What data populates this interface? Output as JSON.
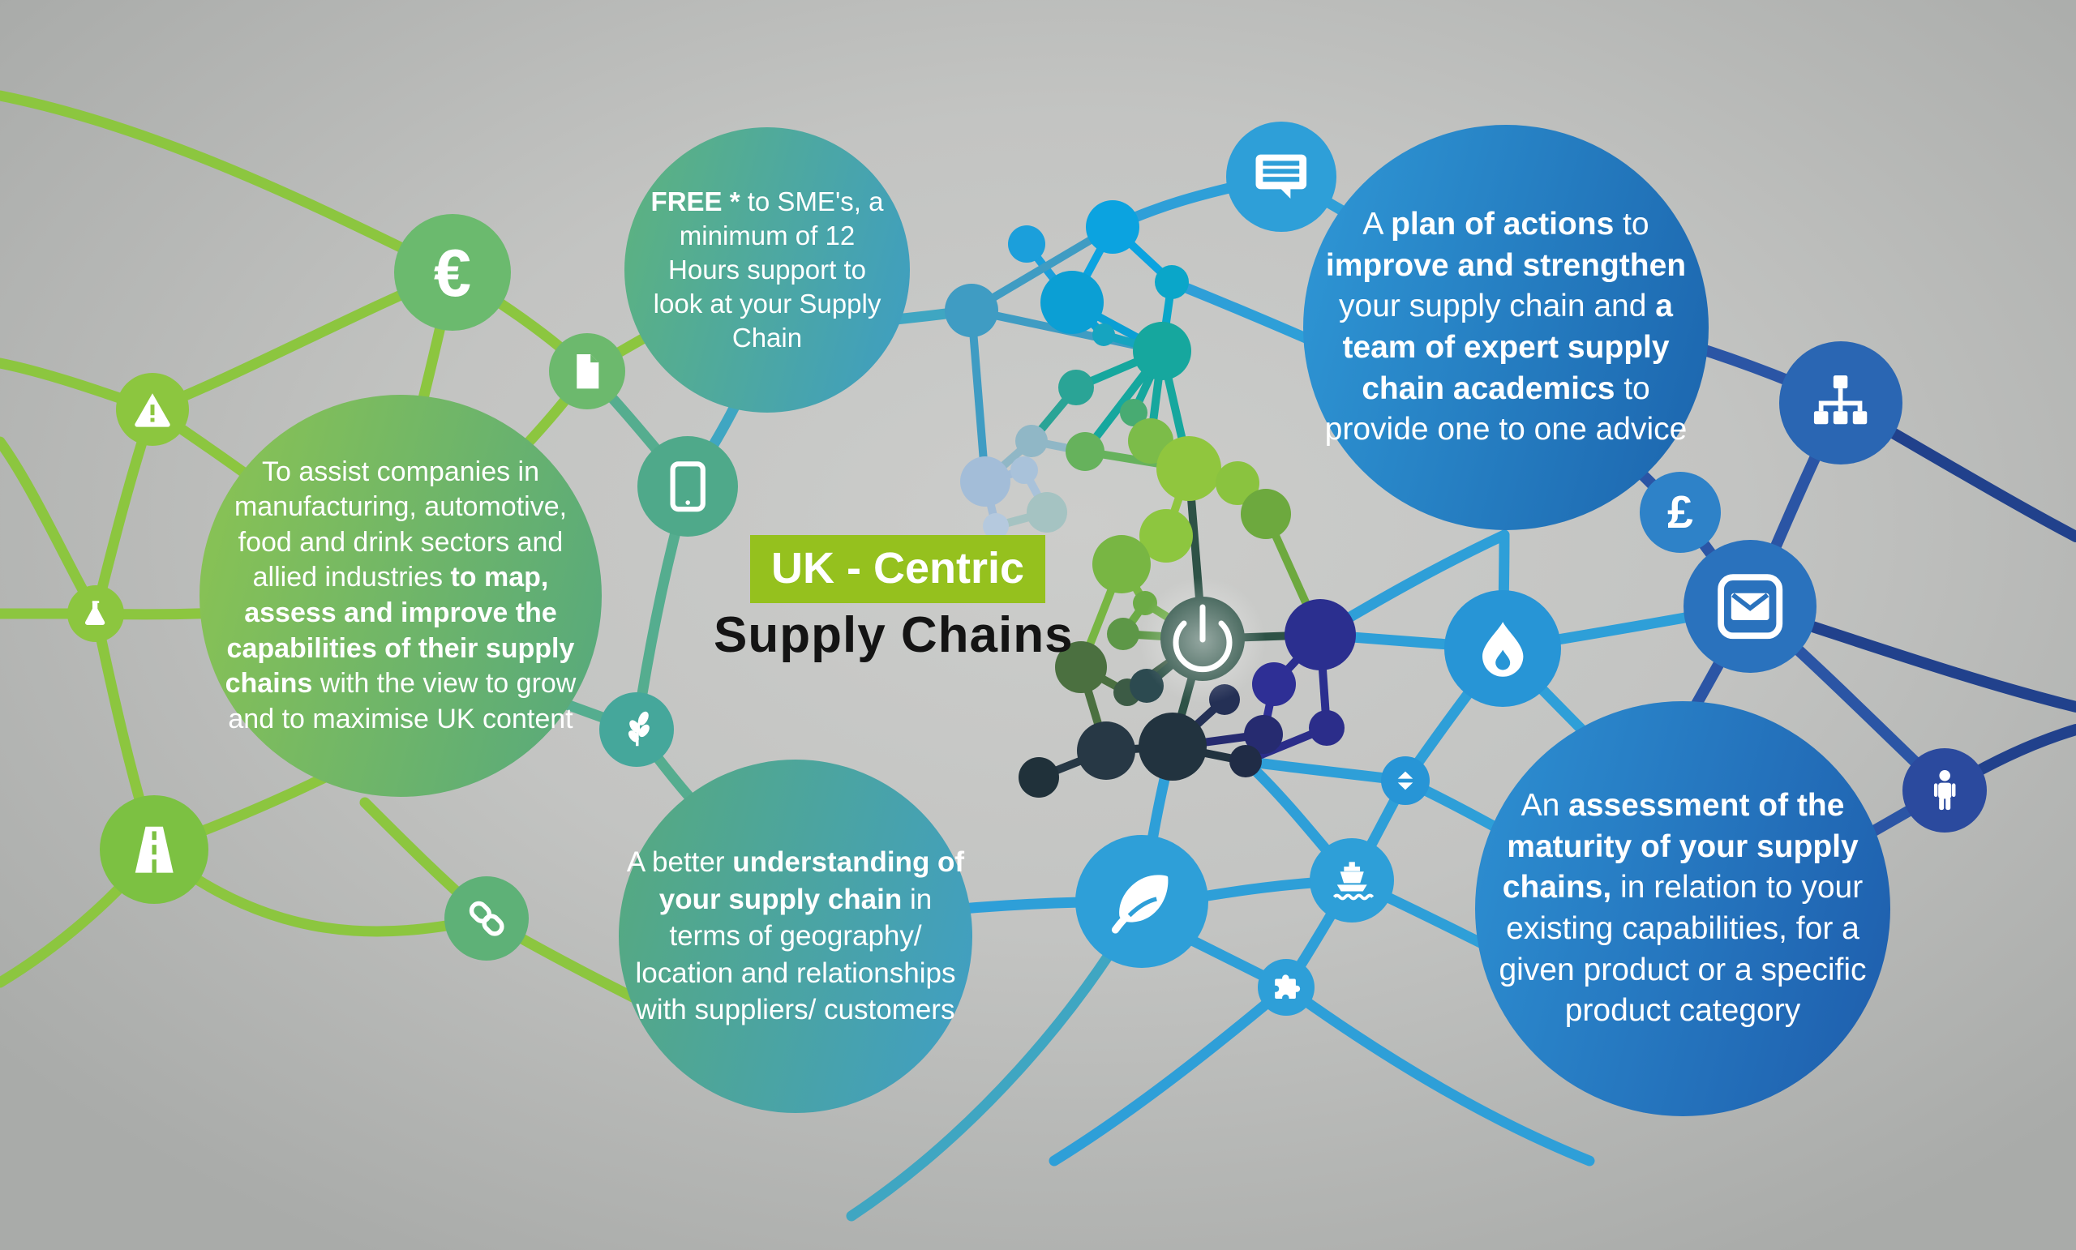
{
  "title": {
    "line1": "UK - Centric",
    "line2": "Supply Chains",
    "band_color": "#95c11e",
    "line1_color": "#ffffff",
    "line2_color": "#141414"
  },
  "bubbles": {
    "free": {
      "gradient": [
        "#5eb37d",
        "#3d9dc4"
      ],
      "segments": [
        {
          "t": "FREE *",
          "b": true
        },
        {
          "t": " to SME's, a minimum of 12 Hours support to look at your Supply Chain",
          "b": false
        }
      ]
    },
    "assist": {
      "gradient": [
        "#8cc451",
        "#55a87e"
      ],
      "segments": [
        {
          "t": "To assist companies in manufacturing, automotive, food and drink sectors and allied industries ",
          "b": false
        },
        {
          "t": "to map, assess and improve the capabilities of their supply chains",
          "b": true
        },
        {
          "t": " with the view to grow and to maximise UK content",
          "b": false
        }
      ]
    },
    "plan": {
      "gradient": [
        "#2f98d6",
        "#1c64ad"
      ],
      "segments": [
        {
          "t": "A ",
          "b": false
        },
        {
          "t": "plan of actions",
          "b": true
        },
        {
          "t": " to  ",
          "b": false
        },
        {
          "t": "improve and strengthen",
          "b": true
        },
        {
          "t": " your supply chain and ",
          "b": false
        },
        {
          "t": "a team of expert supply chain academics",
          "b": true
        },
        {
          "t": " to provide one to one advice",
          "b": false
        }
      ]
    },
    "understanding": {
      "gradient": [
        "#57aa7d",
        "#3f9ec6"
      ],
      "segments": [
        {
          "t": "A better ",
          "b": false
        },
        {
          "t": "understanding of your supply chain",
          "b": true
        },
        {
          "t": " in terms of geography/ location and relationships with suppliers/ customers",
          "b": false
        }
      ]
    },
    "assessment": {
      "gradient": [
        "#2d90d2",
        "#1e5dac"
      ],
      "segments": [
        {
          "t": "An ",
          "b": false
        },
        {
          "t": "assessment of the maturity of your supply chains,",
          "b": true
        },
        {
          "t": " in relation to your existing capabilities, for a given product or a specific product category",
          "b": false
        }
      ]
    }
  },
  "icons": [
    {
      "name": "euro-icon",
      "glyph": "text",
      "char": "€",
      "color": "#6bba6e"
    },
    {
      "name": "warning-icon",
      "glyph": "warning",
      "color": "#8cc63f"
    },
    {
      "name": "flask-icon",
      "glyph": "flask",
      "color": "#8cc63f"
    },
    {
      "name": "road-icon",
      "glyph": "road",
      "color": "#7cc142"
    },
    {
      "name": "chain-icon",
      "glyph": "chain",
      "color": "#5eb177"
    },
    {
      "name": "document-icon",
      "glyph": "document",
      "color": "#6cb96d"
    },
    {
      "name": "tablet-icon",
      "glyph": "tablet",
      "color": "#4fa98a"
    },
    {
      "name": "branch-icon",
      "glyph": "branch",
      "color": "#45a79b"
    },
    {
      "name": "leaf-icon",
      "glyph": "leaf",
      "color": "#2e9fd8"
    },
    {
      "name": "ship-icon",
      "glyph": "ship",
      "color": "#2e9fd8"
    },
    {
      "name": "puzzle-icon",
      "glyph": "puzzle",
      "color": "#2e9fd8"
    },
    {
      "name": "drop-icon",
      "glyph": "drop",
      "color": "#2795d6"
    },
    {
      "name": "sort-icon",
      "glyph": "sort",
      "color": "#2795d6"
    },
    {
      "name": "speech-icon",
      "glyph": "speech",
      "color": "#2e9fd8"
    },
    {
      "name": "orgchart-icon",
      "glyph": "orgchart",
      "color": "#2a66b3"
    },
    {
      "name": "pound-icon",
      "glyph": "text",
      "char": "£",
      "color": "#2e82c8"
    },
    {
      "name": "envelope-icon",
      "glyph": "envelope",
      "color": "#2a72bd"
    },
    {
      "name": "person-icon",
      "glyph": "person",
      "color": "#2b4a9e"
    }
  ],
  "power": {
    "name": "power-icon",
    "color": "#2d5246"
  }
}
